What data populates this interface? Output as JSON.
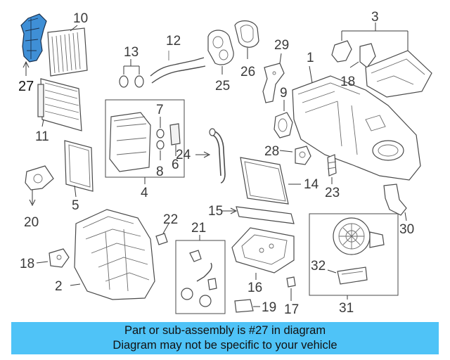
{
  "diagram": {
    "highlighted_part": "27",
    "highlight_color": "#3f8fd6",
    "callouts": {
      "c1": "1",
      "c2": "2",
      "c3": "3",
      "c4": "4",
      "c5": "5",
      "c6": "6",
      "c7": "7",
      "c8": "8",
      "c9": "9",
      "c10": "10",
      "c11": "11",
      "c12": "12",
      "c13": "13",
      "c14": "14",
      "c15": "15",
      "c16": "16",
      "c17": "17",
      "c18a": "18",
      "c18b": "18",
      "c19": "19",
      "c20": "20",
      "c21": "21",
      "c22": "22",
      "c23": "23",
      "c24": "24",
      "c25": "25",
      "c26": "26",
      "c27": "27",
      "c28": "28",
      "c29": "29",
      "c30": "30",
      "c31": "31",
      "c32": "32"
    }
  },
  "caption": {
    "line1": "Part or sub-assembly is #27 in diagram",
    "line2": "Diagram may not be specific to your vehicle",
    "background": "#4fc3f7"
  }
}
